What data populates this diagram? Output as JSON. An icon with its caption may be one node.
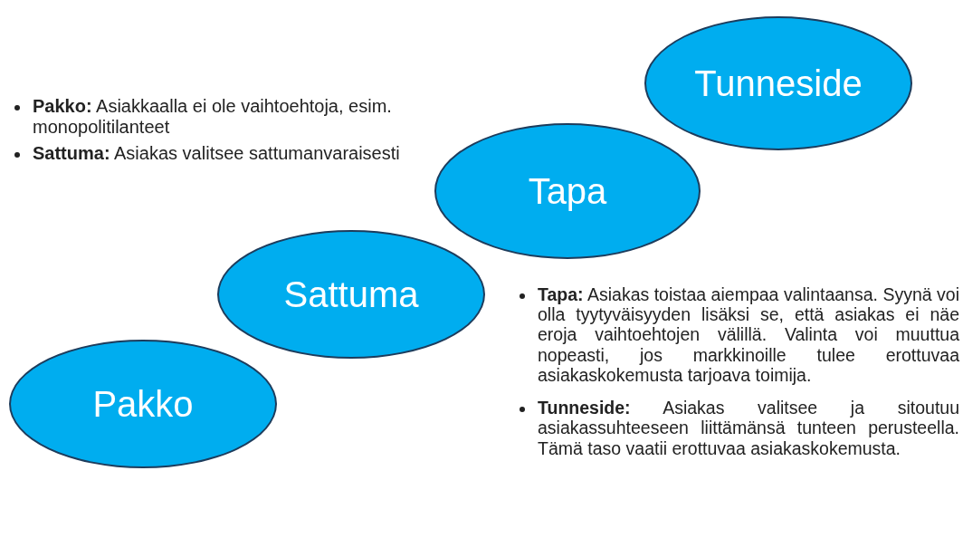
{
  "diagram": {
    "nodes": [
      {
        "text": [
          "Pakko"
        ]
      },
      {
        "text": [
          "Sattuma"
        ]
      },
      {
        "text": [
          "Tapa"
        ]
      },
      {
        "text": [
          "Tunneside"
        ]
      }
    ],
    "labels": [
      "**Pakko:** Asiakkaalla ei ole vaihtoehtoja, esim. monopolitilanteet",
      "**Sattuma:** Asiakas valitsee sattumanvaraisesti",
      "**Tapa:** Asiakas toistaa aiempaa valintaansa. Syynä voi olla tyytyväisyyden lisäksi se, että asiakas ei näe eroja vaihtoehtojen välillä. Valinta voi muuttua nopeasti, jos markkinoille tulee erottuvaa asiakaskokemusta tarjoava toimija.",
      "**Tunneside:** Asiakas valitsee ja sitoutuu asiakassuhteeseen liittämänsä tunteen perusteella. Tämä taso vaatii erottuvaa asiakaskokemusta."
    ]
  }
}
